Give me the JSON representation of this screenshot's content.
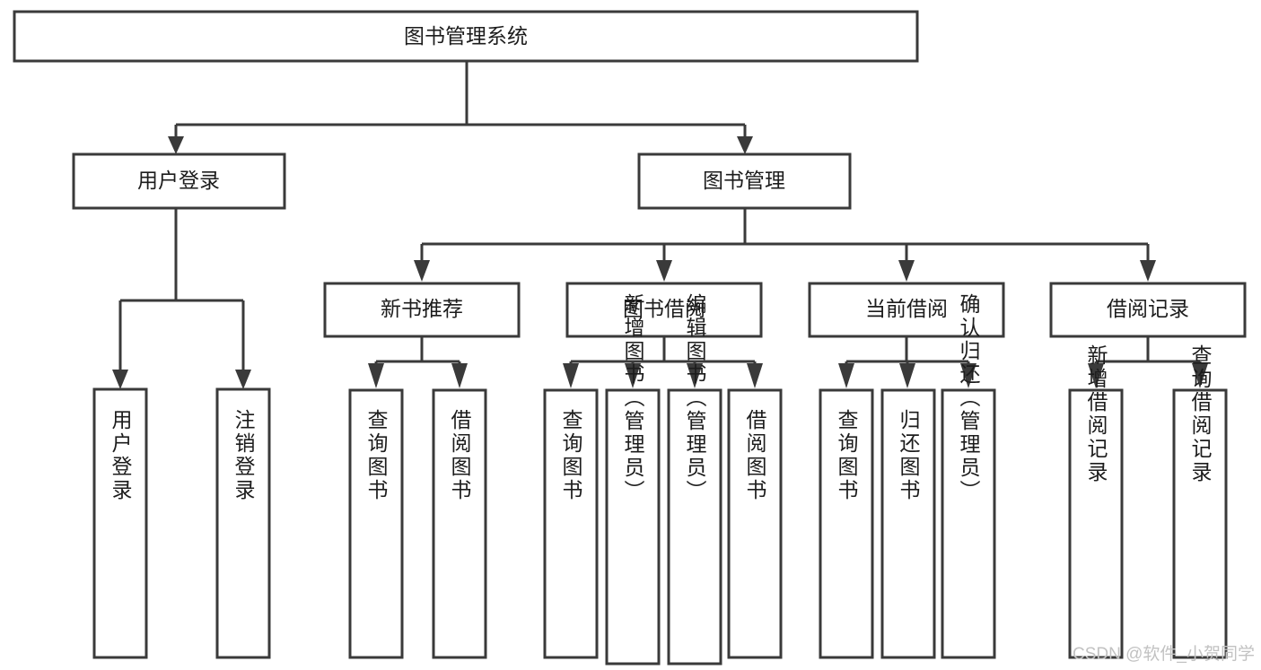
{
  "diagram": {
    "title": "图书管理系统",
    "type": "tree-hierarchy-diagram",
    "colors": {
      "stroke": "#3a3a3a",
      "box_fill": "#ffffff",
      "text": "#1c1c1c",
      "background": "#ffffff",
      "watermark": "#c2c2c2"
    },
    "root": {
      "label": "图书管理系统"
    },
    "level2": [
      {
        "id": "user-login",
        "label": "用户登录"
      },
      {
        "id": "book-management",
        "label": "图书管理"
      }
    ],
    "level3": [
      {
        "id": "new-book-recommend",
        "label": "新书推荐",
        "parent": "book-management"
      },
      {
        "id": "book-borrow",
        "label": "图书借阅",
        "parent": "book-management"
      },
      {
        "id": "current-borrow",
        "label": "当前借阅",
        "parent": "book-management"
      },
      {
        "id": "borrow-record",
        "label": "借阅记录",
        "parent": "book-management"
      }
    ],
    "leaves": {
      "user-login": [
        {
          "id": "leaf-user-login",
          "label": "用户登录"
        },
        {
          "id": "leaf-user-logout",
          "label": "注销登录"
        }
      ],
      "new-book-recommend": [
        {
          "id": "leaf-query-book-1",
          "label": "查询图书"
        },
        {
          "id": "leaf-borrow-book-1",
          "label": "借阅图书"
        }
      ],
      "book-borrow": [
        {
          "id": "leaf-query-book-2",
          "label": "查询图书"
        },
        {
          "id": "leaf-add-book",
          "label": "新增图书（管理员）"
        },
        {
          "id": "leaf-edit-book",
          "label": "编辑图书（管理员）"
        },
        {
          "id": "leaf-borrow-book-2",
          "label": "借阅图书"
        }
      ],
      "current-borrow": [
        {
          "id": "leaf-query-book-3",
          "label": "查询图书"
        },
        {
          "id": "leaf-return-book",
          "label": "归还图书"
        },
        {
          "id": "leaf-confirm-return",
          "label": "确认归还（管理员）"
        }
      ],
      "borrow-record": [
        {
          "id": "leaf-add-record",
          "label": "新增借阅记录"
        },
        {
          "id": "leaf-query-record",
          "label": "查询借阅记录"
        }
      ]
    }
  },
  "watermark": {
    "label": "CSDN @软件_小贺同学"
  }
}
